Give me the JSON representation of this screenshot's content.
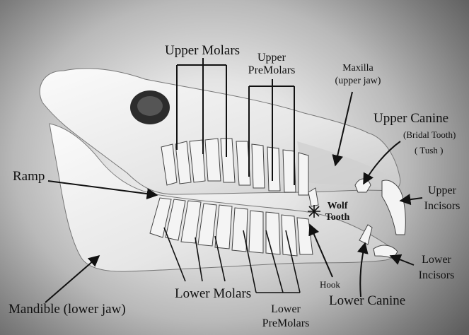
{
  "labels": {
    "upper_molars": "Upper Molars",
    "upper_premolars_1": "Upper",
    "upper_premolars_2": "PreMolars",
    "maxilla_1": "Maxilla",
    "maxilla_2": "(upper jaw)",
    "upper_canine": "Upper Canine",
    "bridal_tooth": "(Bridal Tooth)",
    "tush": "( Tush )",
    "ramp": "Ramp",
    "wolf_tooth_1": "Wolf",
    "wolf_tooth_2": "Tooth",
    "upper_incisors_1": "Upper",
    "upper_incisors_2": "Incisors",
    "lower_incisors_1": "Lower",
    "lower_incisors_2": "Incisors",
    "hook": "Hook",
    "lower_canine": "Lower Canine",
    "lower_molars": "Lower Molars",
    "lower_premolars_1": "Lower",
    "lower_premolars_2": "PreMolars",
    "mandible": "Mandible (lower jaw)"
  }
}
